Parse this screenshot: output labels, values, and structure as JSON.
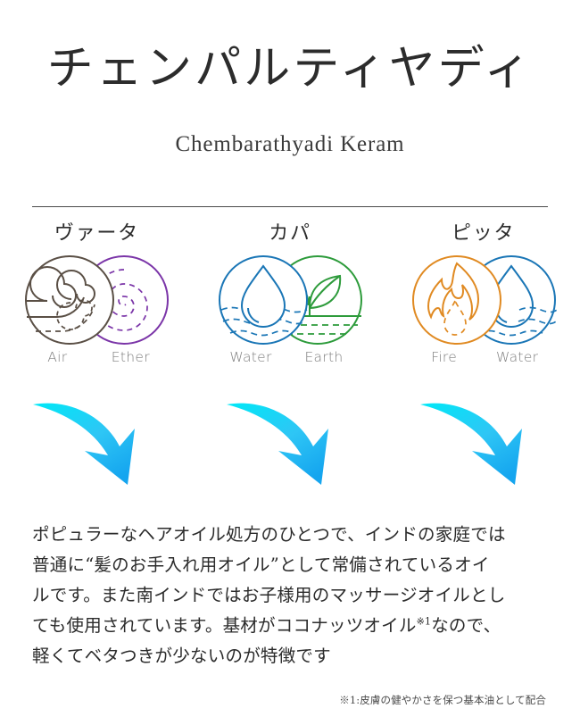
{
  "header": {
    "title": "チェンパルティヤディ",
    "subtitle": "Chembarathyadi Keram"
  },
  "doshas": [
    {
      "name": "ヴァータ",
      "elements": [
        {
          "label": "Air",
          "icon": "air-swirl-icon",
          "color": "#5a4f45"
        },
        {
          "label": "Ether",
          "icon": "ether-spiral-icon",
          "color": "#7b35a8"
        }
      ]
    },
    {
      "name": "カパ",
      "elements": [
        {
          "label": "Water",
          "icon": "water-drop-icon",
          "color": "#1a76b6"
        },
        {
          "label": "Earth",
          "icon": "earth-leaf-icon",
          "color": "#2d9b3b"
        }
      ]
    },
    {
      "name": "ピッタ",
      "elements": [
        {
          "label": "Fire",
          "icon": "fire-flame-icon",
          "color": "#e08a22"
        },
        {
          "label": "Water",
          "icon": "water-drop-icon",
          "color": "#1a76b6"
        }
      ]
    }
  ],
  "arrows": {
    "icon": "curved-down-arrow-icon",
    "count": 3,
    "gradient_start": "#00e8f7",
    "gradient_end": "#15a5ef"
  },
  "body": {
    "line1": "ポピュラーなヘアオイル処方のひとつで、インドの家庭では",
    "line2": "普通に“髪のお手入れ用オイル”として常備されているオイ",
    "line3": "ルです。また南インドではお子様用のマッサージオイルとし",
    "line4_before": "ても使用されています。基材がココナッツオイル",
    "line4_sup": "※1",
    "line4_after": "なので、",
    "line5": "軽くてベタつきが少ないのが特徴です"
  },
  "footnote": {
    "text": "※1:皮膚の健やかさを保つ基本油として配合"
  },
  "colors": {
    "divider": "#4a4a4a",
    "element_label": "#7d7d7d",
    "text": "#2b2b2b"
  }
}
